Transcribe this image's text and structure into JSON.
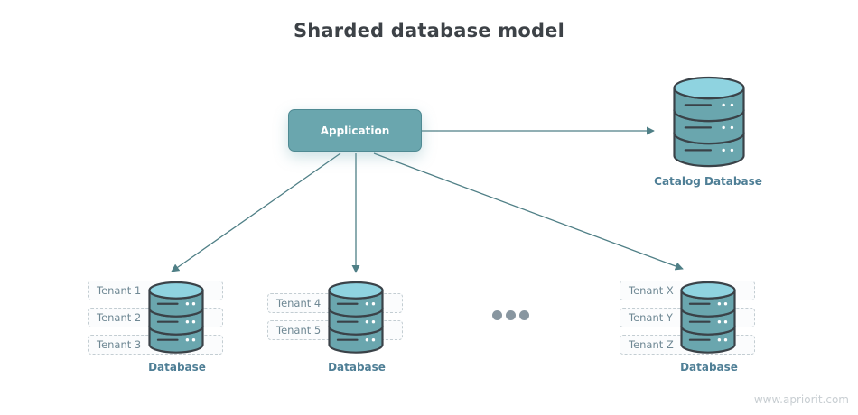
{
  "title": "Sharded database model",
  "application": {
    "label": "Application"
  },
  "catalog": {
    "label": "Catalog Database"
  },
  "shards": [
    {
      "label": "Database",
      "tenants": [
        "Tenant 1",
        "Tenant 2",
        "Tenant 3"
      ]
    },
    {
      "label": "Database",
      "tenants": [
        "Tenant 4",
        "Tenant 5"
      ]
    },
    {
      "label": "Database",
      "tenants": [
        "Tenant X",
        "Tenant Y",
        "Tenant Z"
      ]
    }
  ],
  "watermark": "www.apriorit.com",
  "colors": {
    "db_fill": "#6aa6ae",
    "db_top": "#8fd3e0",
    "db_stroke": "#3a4248",
    "arrow": "#4f7f86"
  }
}
